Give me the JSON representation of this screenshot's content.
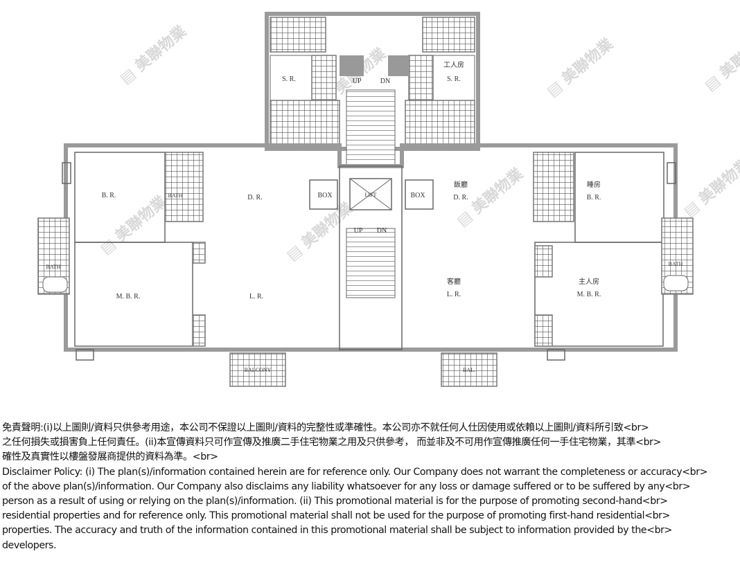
{
  "floor_plan": {
    "rooms": {
      "sr_left": "S. R.",
      "sr_right_cn": "工人房",
      "sr_right": "S. R.",
      "stair_up_top": "UP",
      "stair_dn_top": "DN",
      "br_left": "B. R.",
      "bath_left_top": "BATH",
      "dr_left": "D. R.",
      "box_left": "BOX",
      "lift": "LIFT",
      "box_right": "BOX",
      "dr_right_cn": "飯廳",
      "dr_right": "D. R.",
      "br_right_cn": "睡房",
      "br_right": "B. R.",
      "stair_up_mid": "UP",
      "stair_dn_mid": "DN",
      "bath_left_side": "BATH",
      "bath_right_side": "BATH",
      "mbr_left": "M. B. R.",
      "lr_left": "L. R.",
      "lr_right_cn": "客廳",
      "lr_right": "L. R.",
      "mbr_right_cn": "主人房",
      "mbr_right": "M. B. R.",
      "balcony_left": "BALCONY",
      "balcony_right": "BAL."
    },
    "watermark": "美聯物業"
  },
  "disclaimer": {
    "zh_lines": [
      "免責聲明:(i)以上圖則/資料只供參考用途，本公司不保證以上圖則/資料的完整性或準確性。本公司亦不就任何人仕因使用或依賴以上圖則/資料所引致<br>",
      "之任何損失或損害負上任何責任。(ii)本宣傳資料只可作宣傳及推廣二手住宅物業之用及只供參考， 而並非及不可用作宣傳推廣任何一手住宅物業，其準<br>",
      "確性及真實性以樓盤發展商提供的資料為準。<br>"
    ],
    "en_lines": [
      "Disclaimer Policy: (i) The plan(s)/information contained herein are for reference only. Our Company does not warrant the completeness or accuracy<br>",
      "of the above plan(s)/information. Our Company also disclaims any liability whatsoever for any loss or damage suffered or to be suffered by any<br>",
      "person as a result of using or relying on the plan(s)/information. (ii) This promotional material is for the purpose of promoting second-hand<br>",
      "residential properties and for reference only. This promotional material shall not be used for the purpose of promoting first-hand residential<br>",
      "properties. The accuracy and truth of the information contained in this promotional material shall be subject to information provided by the<br>",
      "developers."
    ]
  }
}
